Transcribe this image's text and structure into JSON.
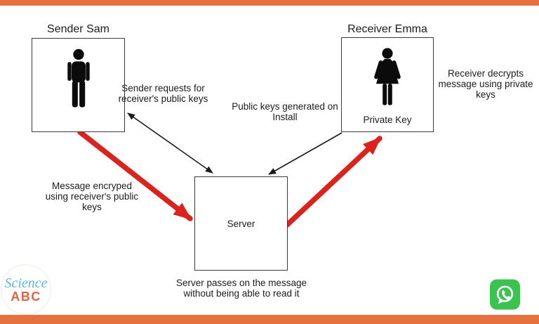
{
  "colors": {
    "accent_orange": "#E7713E",
    "arrow_red": "#D9231C",
    "whatsapp_green": "#3BC24F",
    "text": "#1B1B1B",
    "box_border": "#3C3C3C",
    "logo_blue": "#5FB7DC",
    "logo_orange": "#E8603C"
  },
  "nodes": {
    "sender": {
      "title": "Sender Sam"
    },
    "receiver": {
      "title": "Receiver Emma",
      "key_label": "Private Key"
    },
    "server": {
      "label": "Server",
      "caption": "Server passes on the message\nwithout being able to read it"
    }
  },
  "annotations": {
    "sender_request": "Sender requests for\nreceiver's public keys",
    "public_keys": "Public keys generated on\nInstall",
    "receiver_decrypt": "Receiver decrypts\nmessage using private\nkeys",
    "message_encrypted": "Message encryped\nusing receiver's public\nkeys"
  },
  "logo": {
    "word": "Science",
    "sub": "ABC"
  },
  "icons": {
    "male": "male-person-icon",
    "female": "female-person-icon",
    "whatsapp": "whatsapp-icon"
  }
}
